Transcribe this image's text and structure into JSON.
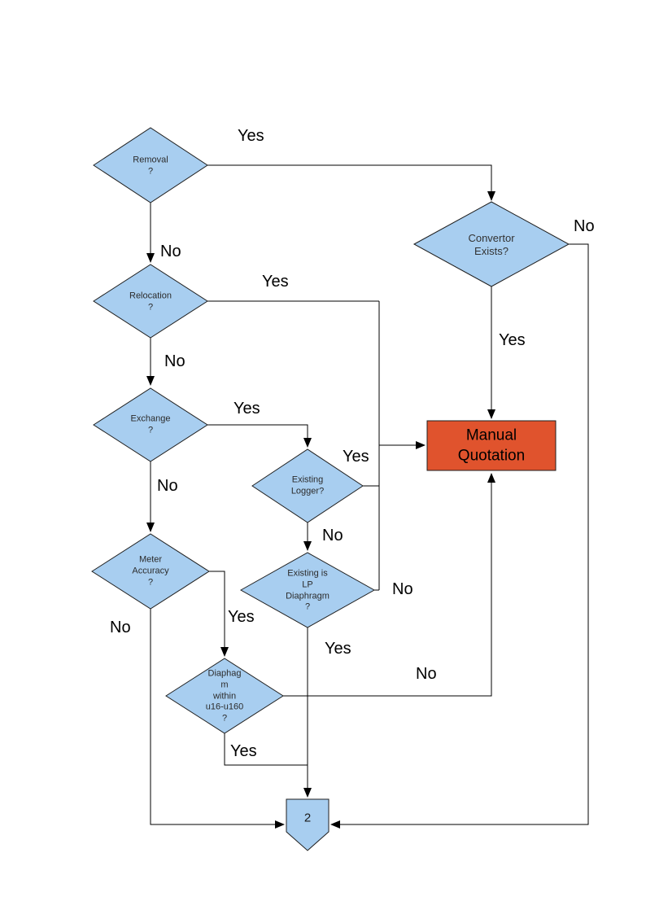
{
  "diagram": {
    "nodes": {
      "removal": "Removal\n?",
      "relocation": "Relocation\n?",
      "exchange": "Exchange\n?",
      "meter_accuracy": "Meter\nAccuracy\n?",
      "existing_logger": "Existing\nLogger?",
      "existing_lp": "Existing is\nLP\nDiaphragm\n?",
      "diaphragm_range": "Diaphag\nm\nwithin\nu16-u160\n?",
      "convertor": "Convertor\nExists?",
      "manual_quotation": "Manual\nQuotation",
      "connector_2": "2"
    },
    "edge_labels": {
      "removal_yes": "Yes",
      "removal_no": "No",
      "relocation_yes": "Yes",
      "relocation_no": "No",
      "exchange_yes": "Yes",
      "exchange_no": "No",
      "logger_yes": "Yes",
      "logger_no": "No",
      "lp_no": "No",
      "lp_yes": "Yes",
      "meter_yes": "Yes",
      "meter_no": "No",
      "diaphragm_yes": "Yes",
      "diaphragm_no": "No",
      "convertor_yes": "Yes",
      "convertor_no": "No"
    },
    "colors": {
      "decision_fill": "#a8cef0",
      "process_fill": "#e0532d",
      "connector_fill": "#a8cef0",
      "line": "#000000"
    }
  }
}
